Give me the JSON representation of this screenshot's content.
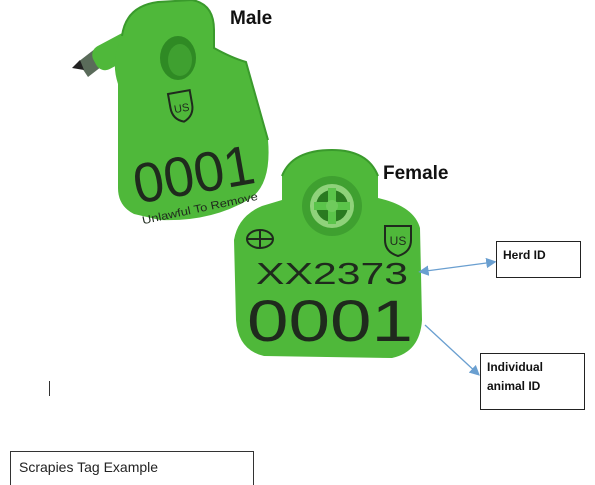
{
  "labels": {
    "male": "Male",
    "female": "Female",
    "herd_id": "Herd ID",
    "individual_animal_id": "Individual animal ID"
  },
  "male_tag": {
    "logo": "US",
    "number": "0001",
    "warning": "Unlawful To Remove"
  },
  "female_tag": {
    "logo": "US",
    "herd_code": "XX2373",
    "number": "0001"
  },
  "caption": "Scrapies Tag Example",
  "colors": {
    "tag_green": "#4fb83a",
    "tag_dark_green": "#2f8a24",
    "arrow_blue": "#6a9fd0"
  }
}
